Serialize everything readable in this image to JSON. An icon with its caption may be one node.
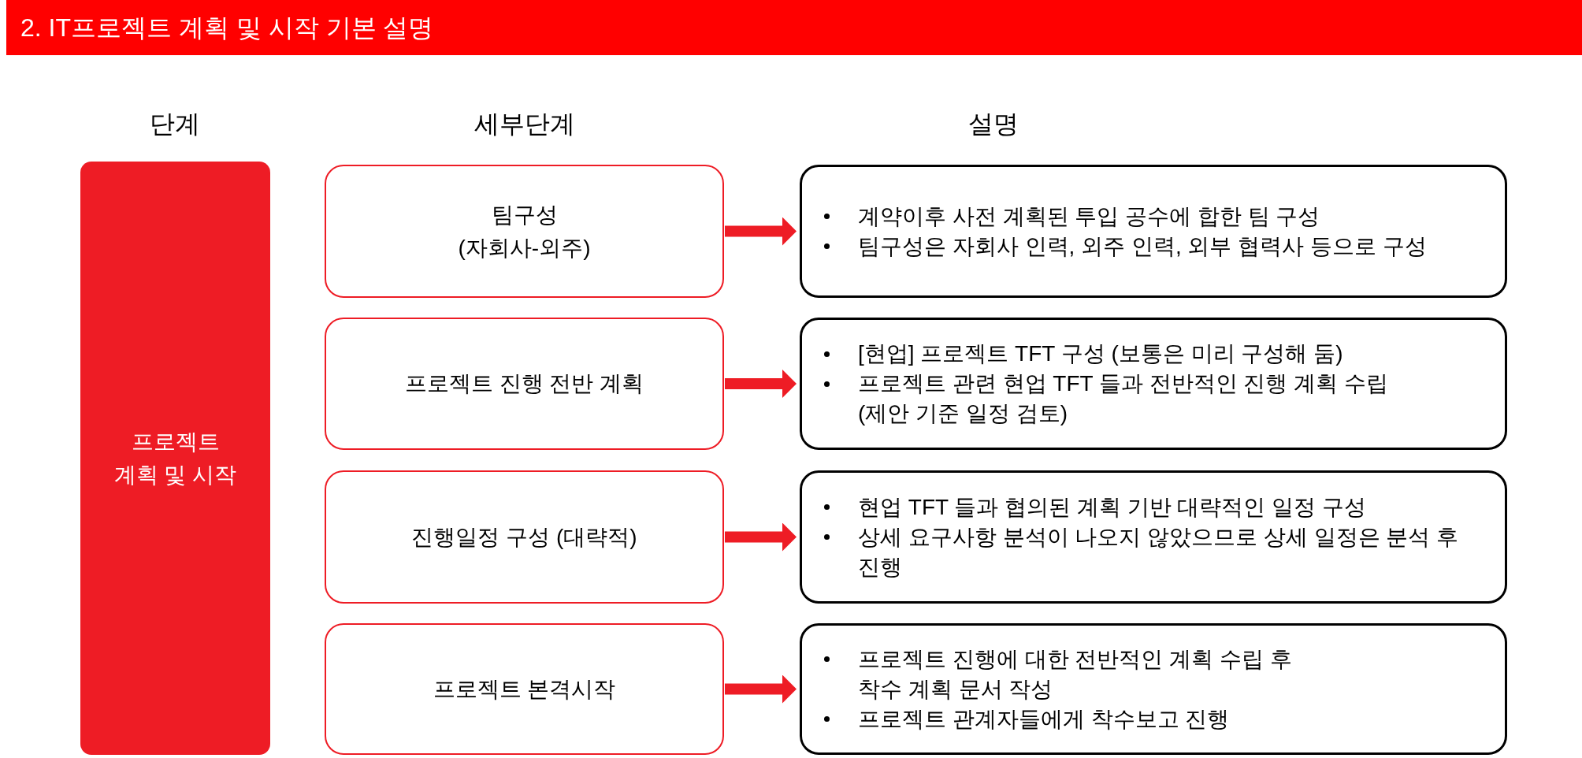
{
  "diagram": {
    "title": "2. IT프로젝트 계획 및 시작 기본 설명",
    "nodes": [
      {
        "text": [
          "프로젝트 계획 및 시작"
        ]
      },
      {
        "text": [
          "팀구성 (자회사-외주)"
        ]
      },
      {
        "text": [
          "프로젝트 진행 전반 계획"
        ]
      },
      {
        "text": [
          "진행일정 구성 (대략적)"
        ]
      },
      {
        "text": [
          "프로젝트 본격시작"
        ]
      },
      {
        "text": [
          "계약이후 사전 계획된 투입 공수에 합한 팀 구성",
          "팀구성은 자회사 인력, 외주 인력, 외부 협력사 등으로 구성"
        ]
      },
      {
        "text": [
          "[현업] 프로젝트 TFT 구성 (보통은 미리 구성해 둠)",
          "프로젝트 관련 현업 TFT 들과 전반적인 진행 계획 수립 (제안 기준 일정 검토)"
        ]
      },
      {
        "text": [
          "현업 TFT 들과 협의된 계획 기반 대략적인 일정 구성",
          "상세 요구사항 분석이 나오지 않았으므로 상세 일정은 분석 후 진행"
        ]
      },
      {
        "text": [
          "프로젝트 진행에 대한 전반적인 계획 수립 후 착수 계획 문서 작성",
          "프로젝트 관계자들에게 착수보고 진행"
        ]
      }
    ],
    "edges": [
      {
        "from": 1,
        "to": 5,
        "arrow": "to"
      },
      {
        "from": 2,
        "to": 6,
        "arrow": "to"
      },
      {
        "from": 3,
        "to": 7,
        "arrow": "to"
      },
      {
        "from": 4,
        "to": 8,
        "arrow": "to"
      }
    ],
    "labels": [
      "단계",
      "세부단계",
      "설명"
    ]
  }
}
